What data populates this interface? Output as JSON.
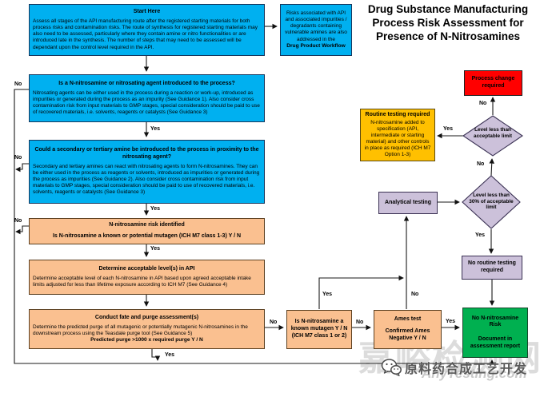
{
  "header": {
    "title": "Drug Substance Manufacturing Process Risk Assessment for Presence of N-Nitrosamines"
  },
  "labels": {
    "yes": "Yes",
    "no": "No"
  },
  "colors": {
    "process_blue": "#00B0F0",
    "process_orange": "#FAC090",
    "alert_red": "#FF0000",
    "control_yellow": "#FFC000",
    "decision_lavender": "#CCC1DA",
    "ok_green": "#00B050"
  },
  "nodes": {
    "start": {
      "heading": "Start Here",
      "body": "Assess all stages of the API manufacturing route after the registered starting materials for both process risks and contamination risks. The route of synthesis for registered starting materials may also need to be assessed, particularly where they contain amine or nitro functionalities or are introduced late in the synthesis. The number of steps that may need to be assessed will be dependant upon the control level required in the API."
    },
    "side_note": {
      "body": "Risks associated with API and associated impurities / degradants containing vulnerable amines are also addressed in the",
      "bold_line": "Drug Product Workflow"
    },
    "q1": {
      "heading": "Is a N-nitrosamine or nitrosating agent introduced to the process?",
      "body": "Nitrosating agents can be either used in the process during a reaction or work-up, introduced as impurities or generated during the process as an impurity (See Guidance 1). Also consider cross contamination risk from input materials to GMP stages, special consideration should be paid to use of recovered materials, i.e. solvents, reagents or catalysts (See Guidance 3)"
    },
    "q2": {
      "heading": "Could a secondary or tertiary amine be introduced to the process in proximity to the nitrosating agent?",
      "body": "Secondary and tertiary amines can react with nitrosating agents to form N-nitrosamines. They can be either used in the process as reagents or solvents, introduced as impurities or generated during the process as impurities (See Guidance 2). Also consider cross contamination risk from input materials to GMP stages, special consideration should be paid to use of recovered materials, i.e. solvents, reagents or catalysts (See Guidance 3)"
    },
    "risk_identified": {
      "line1": "N-nitrosamine risk identified",
      "line2": "Is N-nitrosamine a known or potential mutagen (ICH M7 class 1-3) Y / N"
    },
    "determine_levels": {
      "heading": "Determine acceptable level(s) in API",
      "body": "Determine acceptable level of each N-nitrosamine in API based upon agreed acceptable intake limits adjusted for less than lifetime exposure according to ICH M7 (See Guidance 4)"
    },
    "fate_purge": {
      "heading": "Conduct fate and purge assessment(s)",
      "body": "Determine the predicted purge of all mutagenic or potentially mutagenic N-nitrosamines in the downstream process using the Teasdale purge tool (See Guidance 5)",
      "bold_line": "Predicted purge >1000 x required purge Y / N"
    },
    "known_mutagen": {
      "text": "Is N-nitrosamine a known mutagen Y / N (ICH M7 class 1 or 2)"
    },
    "ames_test": {
      "heading": "Ames test",
      "body": "Confirmed Ames Negative Y / N"
    },
    "process_change": {
      "text": "Process change required"
    },
    "routine_testing": {
      "heading": "Routine testing required",
      "body": "N-nitrosamine added to specification (API, intermediate or starting material) and other controls in place as required (ICH M7 Option 1-3)"
    },
    "level_less_than_limit": {
      "text": "Level less than acceptable limit"
    },
    "analytical_testing": {
      "text": "Analytical testing"
    },
    "level_less_than_30": {
      "text": "Level less than 30% of acceptable limit"
    },
    "no_routine_testing": {
      "text": "No routine testing required"
    },
    "no_risk": {
      "line1": "No N-nitrosamine Risk",
      "line2": "Document in assessment report"
    }
  },
  "watermark": {
    "wechat_account": "原料药合成工艺开发",
    "site_name": "嘉峪检测网",
    "site_url": "AnyTesting.com"
  }
}
